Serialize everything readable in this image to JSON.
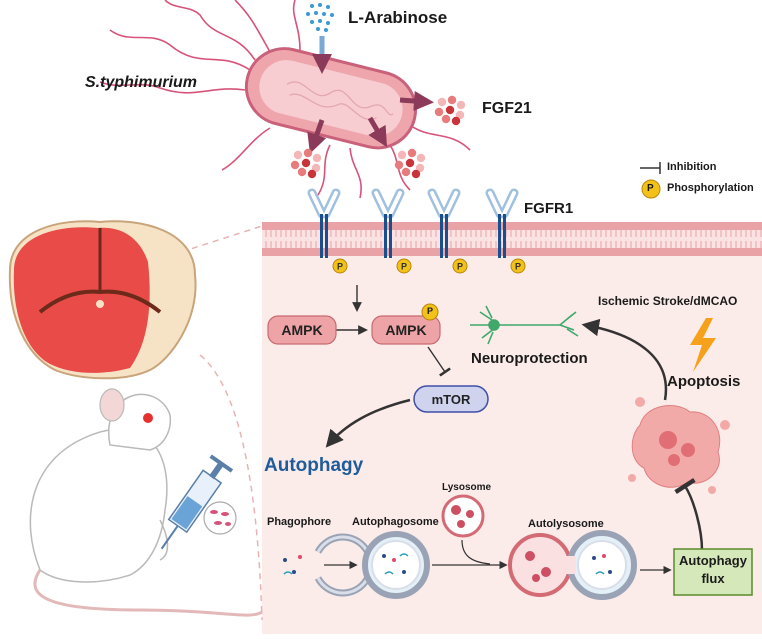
{
  "bacterium": {
    "species": "S.typhimurium",
    "inducer": "L-Arabinose",
    "secreted": "FGF21"
  },
  "receptor": {
    "name": "FGFR1"
  },
  "legend": {
    "inhibition": "Inhibition",
    "phosphorylation": "Phosphorylation",
    "phospho_symbol": "P"
  },
  "signaling": {
    "ampk": "AMPK",
    "ampk_p": "AMPK",
    "mtor": "mTOR",
    "autophagy": "Autophagy"
  },
  "autophagy_stages": {
    "phagophore": "Phagophore",
    "autophagosome": "Autophagosome",
    "lysosome": "Lysosome",
    "autolysosome": "Autolysosome",
    "flux": [
      "Autophagy",
      "flux"
    ]
  },
  "outcomes": {
    "condition": "Ischemic Stroke/dMCAO",
    "apoptosis": "Apoptosis",
    "neuroprotection": "Neuroprotection"
  },
  "colors": {
    "membrane": "#e9a3a7",
    "cell_bg": "#fbecea",
    "ampk_fill": "#eea4a6",
    "mtor_fill": "#cfd3ee",
    "mtor_stroke": "#3f4fa8",
    "flux_fill": "#d5e8b9",
    "flux_stroke": "#5a8a2a",
    "autophagy_text": "#1f5c99",
    "arrow": "#8c3a5a",
    "receptor": "#9fc0de",
    "phospho": "#f2c21b"
  }
}
